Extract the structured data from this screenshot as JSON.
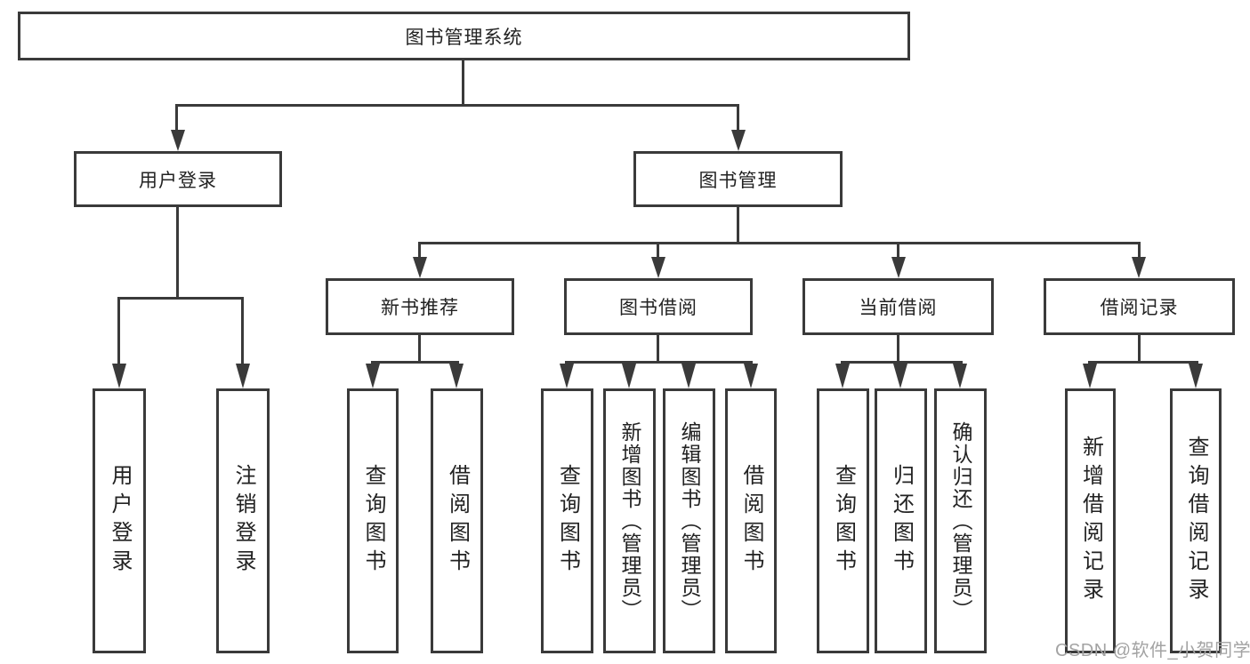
{
  "tree": {
    "root": {
      "label": "图书管理系统"
    },
    "children": [
      {
        "label": "用户登录",
        "children": [
          {
            "label": "用户登录"
          },
          {
            "label": "注销登录"
          }
        ]
      },
      {
        "label": "图书管理",
        "children": [
          {
            "label": "新书推荐",
            "children": [
              {
                "label": "查询图书"
              },
              {
                "label": "借阅图书"
              }
            ]
          },
          {
            "label": "图书借阅",
            "children": [
              {
                "label": "查询图书"
              },
              {
                "label": "新增图书（管理员）"
              },
              {
                "label": "编辑图书（管理员）"
              },
              {
                "label": "借阅图书"
              }
            ]
          },
          {
            "label": "当前借阅",
            "children": [
              {
                "label": "查询图书"
              },
              {
                "label": "归还图书"
              },
              {
                "label": "确认归还（管理员）"
              }
            ]
          },
          {
            "label": "借阅记录",
            "children": [
              {
                "label": "新增借阅记录"
              },
              {
                "label": "查询借阅记录"
              }
            ]
          }
        ]
      }
    ]
  },
  "watermark": {
    "text": "CSDN @软件_小贺同学"
  },
  "colors": {
    "line": "#3a3a3a",
    "text": "#222222",
    "background": "#ffffff",
    "watermark": "#a3a3a3"
  }
}
